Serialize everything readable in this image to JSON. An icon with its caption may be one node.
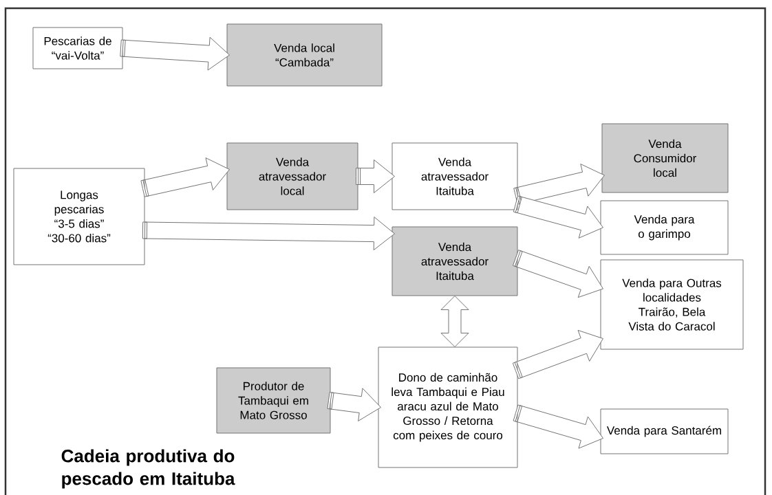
{
  "diagram": {
    "title": "Cadeia produtiva do pescado em Itaituba",
    "nodes": [
      {
        "text": [
          "Pescarias de “vai-Volta”"
        ]
      },
      {
        "text": [
          "Venda local “Cambada”"
        ]
      },
      {
        "text": [
          "Longas pescarias “3-5 dias” “30-60 dias”"
        ]
      },
      {
        "text": [
          "Venda atravessador local"
        ]
      },
      {
        "text": [
          "Venda atravessador Itaituba"
        ]
      },
      {
        "text": [
          "Venda Consumidor local"
        ]
      },
      {
        "text": [
          "Venda atravessador Itaituba"
        ]
      },
      {
        "text": [
          "Venda para o garimpo"
        ]
      },
      {
        "text": [
          "Venda para Outras localidades Trairão, Bela Vista do Caracol"
        ]
      },
      {
        "text": [
          "Produtor de Tambaqui em Mato Grosso"
        ]
      },
      {
        "text": [
          "Dono de caminhão leva Tambaqui e Piau aracu azul de Mato Grosso / Retorna com peixes de couro"
        ]
      },
      {
        "text": [
          "Venda para Santarém"
        ]
      }
    ],
    "edges": [
      {
        "from": 0,
        "to": 1,
        "arrow": "to"
      },
      {
        "from": 2,
        "to": 3,
        "arrow": "to"
      },
      {
        "from": 3,
        "to": 4,
        "arrow": "to"
      },
      {
        "from": 2,
        "to": 6,
        "arrow": "to"
      },
      {
        "from": 4,
        "to": 5,
        "arrow": "to"
      },
      {
        "from": 4,
        "to": 7,
        "arrow": "to"
      },
      {
        "from": 6,
        "to": 8,
        "arrow": "to"
      },
      {
        "from": 6,
        "to": 10,
        "arrow": "both"
      },
      {
        "from": 9,
        "to": 10,
        "arrow": "to"
      },
      {
        "from": 10,
        "to": 8,
        "arrow": "to"
      },
      {
        "from": 10,
        "to": 11,
        "arrow": "to"
      }
    ]
  }
}
